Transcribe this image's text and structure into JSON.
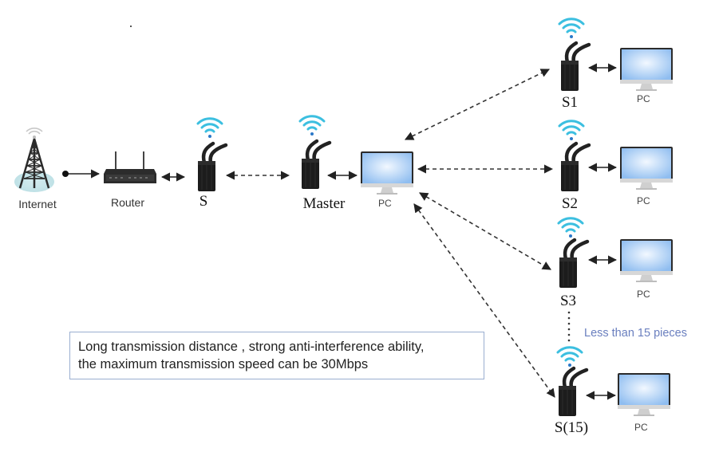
{
  "diagram": {
    "colors": {
      "wifi": "#3cbfe0",
      "device": "#1c1c1c",
      "screen": "#a8cdf5",
      "arrow": "#222222",
      "dashed": "#333333",
      "note_border": "#9aaed0",
      "count_note": "#6a7fbf"
    },
    "nodes": {
      "internet": {
        "label": "Internet",
        "icon": "cell-tower-icon"
      },
      "router": {
        "label": "Router",
        "icon": "router-icon"
      },
      "s": {
        "label": "S",
        "icon": "wireless-transmitter-icon"
      },
      "master": {
        "label": "Master",
        "icon": "wireless-transmitter-icon"
      },
      "master_pc": {
        "label": "PC",
        "icon": "monitor-icon"
      },
      "slaves": [
        {
          "label": "S1",
          "pc_label": "PC"
        },
        {
          "label": "S2",
          "pc_label": "PC"
        },
        {
          "label": "S3",
          "pc_label": "PC"
        },
        {
          "label": "S(15)",
          "pc_label": "PC"
        }
      ]
    },
    "connections": [
      {
        "from": "internet",
        "to": "router",
        "style": "solid",
        "ends": "dot-arrow"
      },
      {
        "from": "router",
        "to": "s",
        "style": "solid",
        "ends": "double-arrow"
      },
      {
        "from": "s",
        "to": "master",
        "style": "dashed",
        "ends": "double-arrow"
      },
      {
        "from": "master",
        "to": "master_pc",
        "style": "solid",
        "ends": "double-arrow"
      },
      {
        "from": "master_pc",
        "to": "S1",
        "style": "dashed",
        "ends": "double-arrow"
      },
      {
        "from": "master_pc",
        "to": "S2",
        "style": "dashed",
        "ends": "double-arrow"
      },
      {
        "from": "master_pc",
        "to": "S3",
        "style": "dashed",
        "ends": "double-arrow"
      },
      {
        "from": "master_pc",
        "to": "S(15)",
        "style": "dashed",
        "ends": "double-arrow"
      },
      {
        "from": "S1",
        "to": "S1-PC",
        "style": "solid",
        "ends": "double-arrow"
      },
      {
        "from": "S2",
        "to": "S2-PC",
        "style": "solid",
        "ends": "double-arrow"
      },
      {
        "from": "S3",
        "to": "S3-PC",
        "style": "solid",
        "ends": "double-arrow"
      },
      {
        "from": "S(15)",
        "to": "S(15)-PC",
        "style": "solid",
        "ends": "double-arrow"
      }
    ],
    "count_note": "Less than 15 pieces",
    "note": {
      "line1": "Long transmission distance , strong anti-interference ability,",
      "line2": "the maximum transmission speed can be  30Mbps"
    }
  }
}
